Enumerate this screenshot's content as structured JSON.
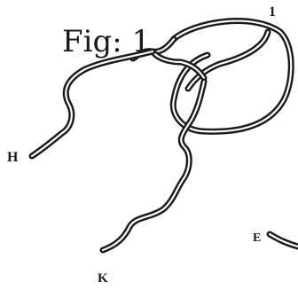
{
  "figure": {
    "caption": "Fig: 1",
    "labels": {
      "top_right": "1",
      "left": "H",
      "bottom": "K",
      "bottom_right": "E"
    }
  },
  "colors": {
    "ink": "#1a1a1a",
    "paper": "#ffffff"
  }
}
